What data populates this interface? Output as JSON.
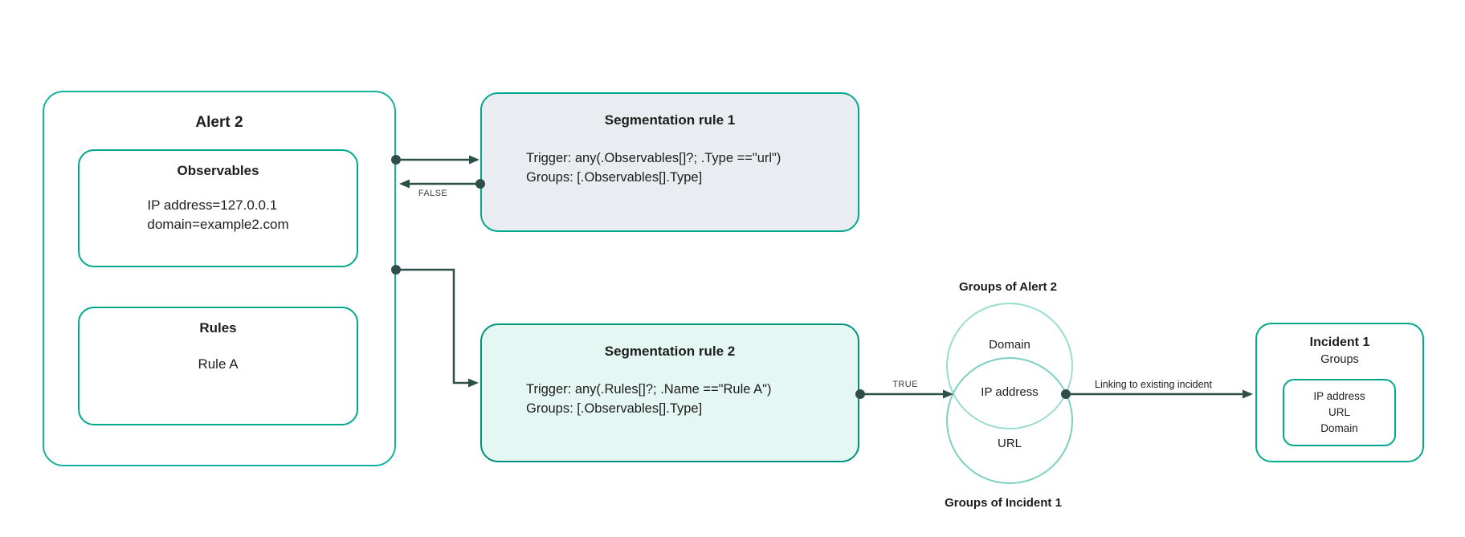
{
  "colors": {
    "teal": "#00A88E",
    "teal_bright": "#12B29C",
    "teal_dark": "#00927C",
    "seg1_fill": "#E9EDF2",
    "seg2_fill": "#E4F7F3",
    "arrow": "#2E4F47",
    "venn_top_stroke": "#9ADCCF",
    "venn_bottom_stroke": "#7BD0C0",
    "text": "#1D1D1B"
  },
  "alert2": {
    "title": "Alert 2",
    "observables": {
      "title": "Observables",
      "lines": [
        "IP address=127.0.0.1",
        "domain=example2.com"
      ]
    },
    "rules": {
      "title": "Rules",
      "lines": [
        "Rule A"
      ]
    }
  },
  "segmentation_rule_1": {
    "title": "Segmentation rule 1",
    "lines": [
      "Trigger: any(.Observables[]?; .Type ==\"url\")",
      "Groups: [.Observables[].Type]"
    ]
  },
  "segmentation_rule_2": {
    "title": "Segmentation rule 2",
    "lines": [
      "Trigger: any(.Rules[]?; .Name ==\"Rule A\")",
      "Groups: [.Observables[].Type]"
    ]
  },
  "connectors": {
    "false_label": "FALSE",
    "true_label": "TRUE",
    "linking_label": "Linking to existing incident"
  },
  "venn": {
    "title": "Groups of Alert 2",
    "bottom_label": "Groups of Incident 1",
    "top_circle_label": "Domain",
    "intersection_label": "IP address",
    "bottom_circle_label": "URL"
  },
  "incident1": {
    "title": "Incident 1",
    "subtitle": "Groups",
    "groups_lines": [
      "IP address",
      "URL",
      "Domain"
    ]
  }
}
